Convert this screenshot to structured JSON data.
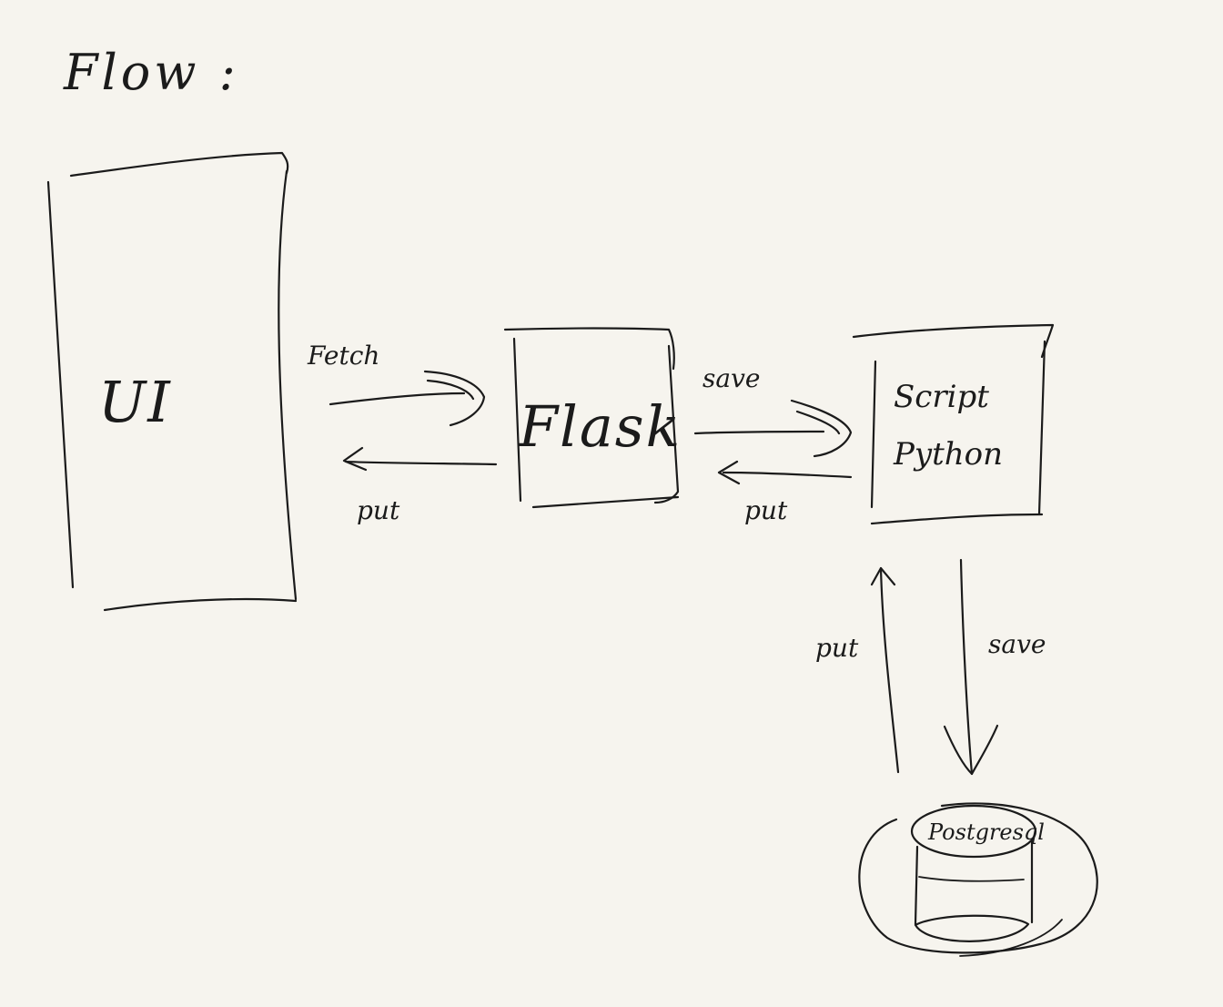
{
  "title": "Flow :",
  "nodes": {
    "ui": "UI",
    "flask": "Flask",
    "script_line1": "Script",
    "script_line2": "Python",
    "db": "Postgresql"
  },
  "edges": {
    "ui_to_flask": "Fetch",
    "flask_to_ui": "put",
    "flask_to_script": "save",
    "script_to_flask": "put",
    "db_to_script": "put",
    "script_to_db": "save"
  }
}
